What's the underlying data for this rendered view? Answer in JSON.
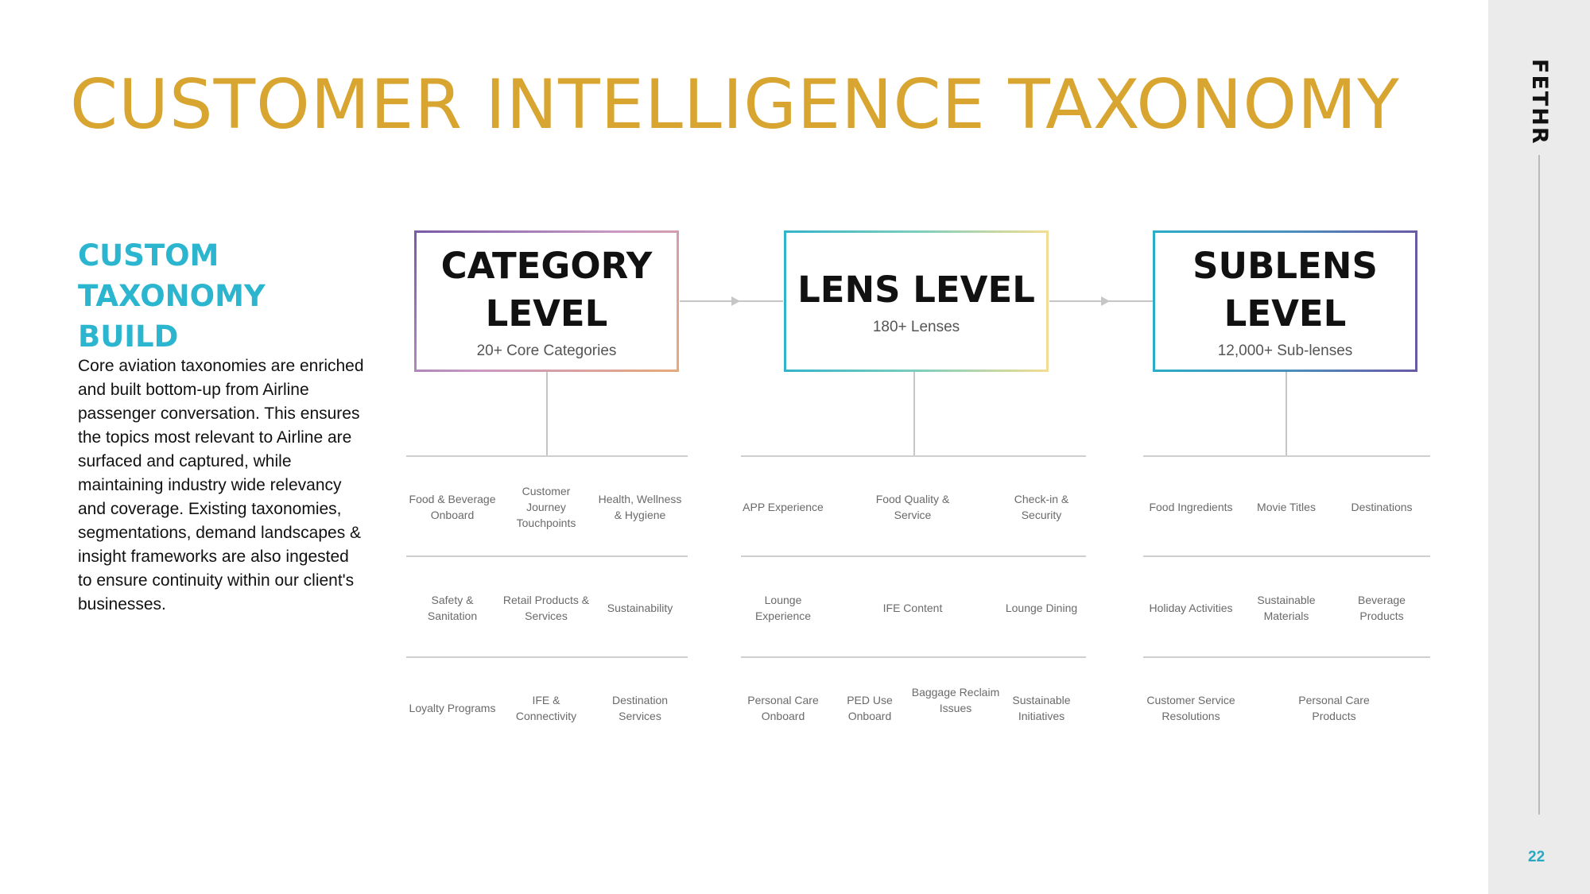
{
  "title": "CUSTOMER INTELLIGENCE TAXONOMY",
  "brand": "FETHR",
  "page_number": "22",
  "subhead": "CUSTOM TAXONOMY BUILD",
  "body": "Core aviation taxonomies are enriched and built bottom-up from Airline passenger conversation. This ensures the topics most relevant to Airline are surfaced and captured, while maintaining industry wide relevancy and coverage. Existing taxonomies, segmentations, demand landscapes & insight frameworks are also ingested to ensure continuity within our client's businesses.",
  "levels": [
    {
      "title": "CATEGORY LEVEL",
      "count": "20+ Core Categories"
    },
    {
      "title": "LENS LEVEL",
      "count": "180+ Lenses"
    },
    {
      "title": "SUBLENS LEVEL",
      "count": "12,000+ Sub-lenses"
    }
  ],
  "category_items": [
    "Food & Beverage Onboard",
    "Customer Journey Touchpoints",
    "Health, Wellness & Hygiene",
    "Safety & Sanitation",
    "Retail Products & Services",
    "Sustainability",
    "Loyalty Programs",
    "IFE & Connectivity",
    "Destination Services"
  ],
  "lens_items": [
    "APP Experience",
    "Food Quality & Service",
    "Check-in & Security",
    "Lounge Experience",
    "IFE Content",
    "Lounge Dining",
    "Personal Care Onboard",
    "PED Use Onboard",
    "Baggage Reclaim Issues",
    "Sustainable Initiatives"
  ],
  "sublens_items": [
    "Food Ingredients",
    "Movie Titles",
    "Destinations",
    "Holiday Activities",
    "Sustainable Materials",
    "Beverage Products",
    "Customer Service Resolutions",
    "Personal Care Products"
  ],
  "colors": {
    "title": "#d8a531",
    "accent": "#2bb5cf",
    "page_number": "#29a8c4",
    "sidebar": "#ebebeb"
  }
}
